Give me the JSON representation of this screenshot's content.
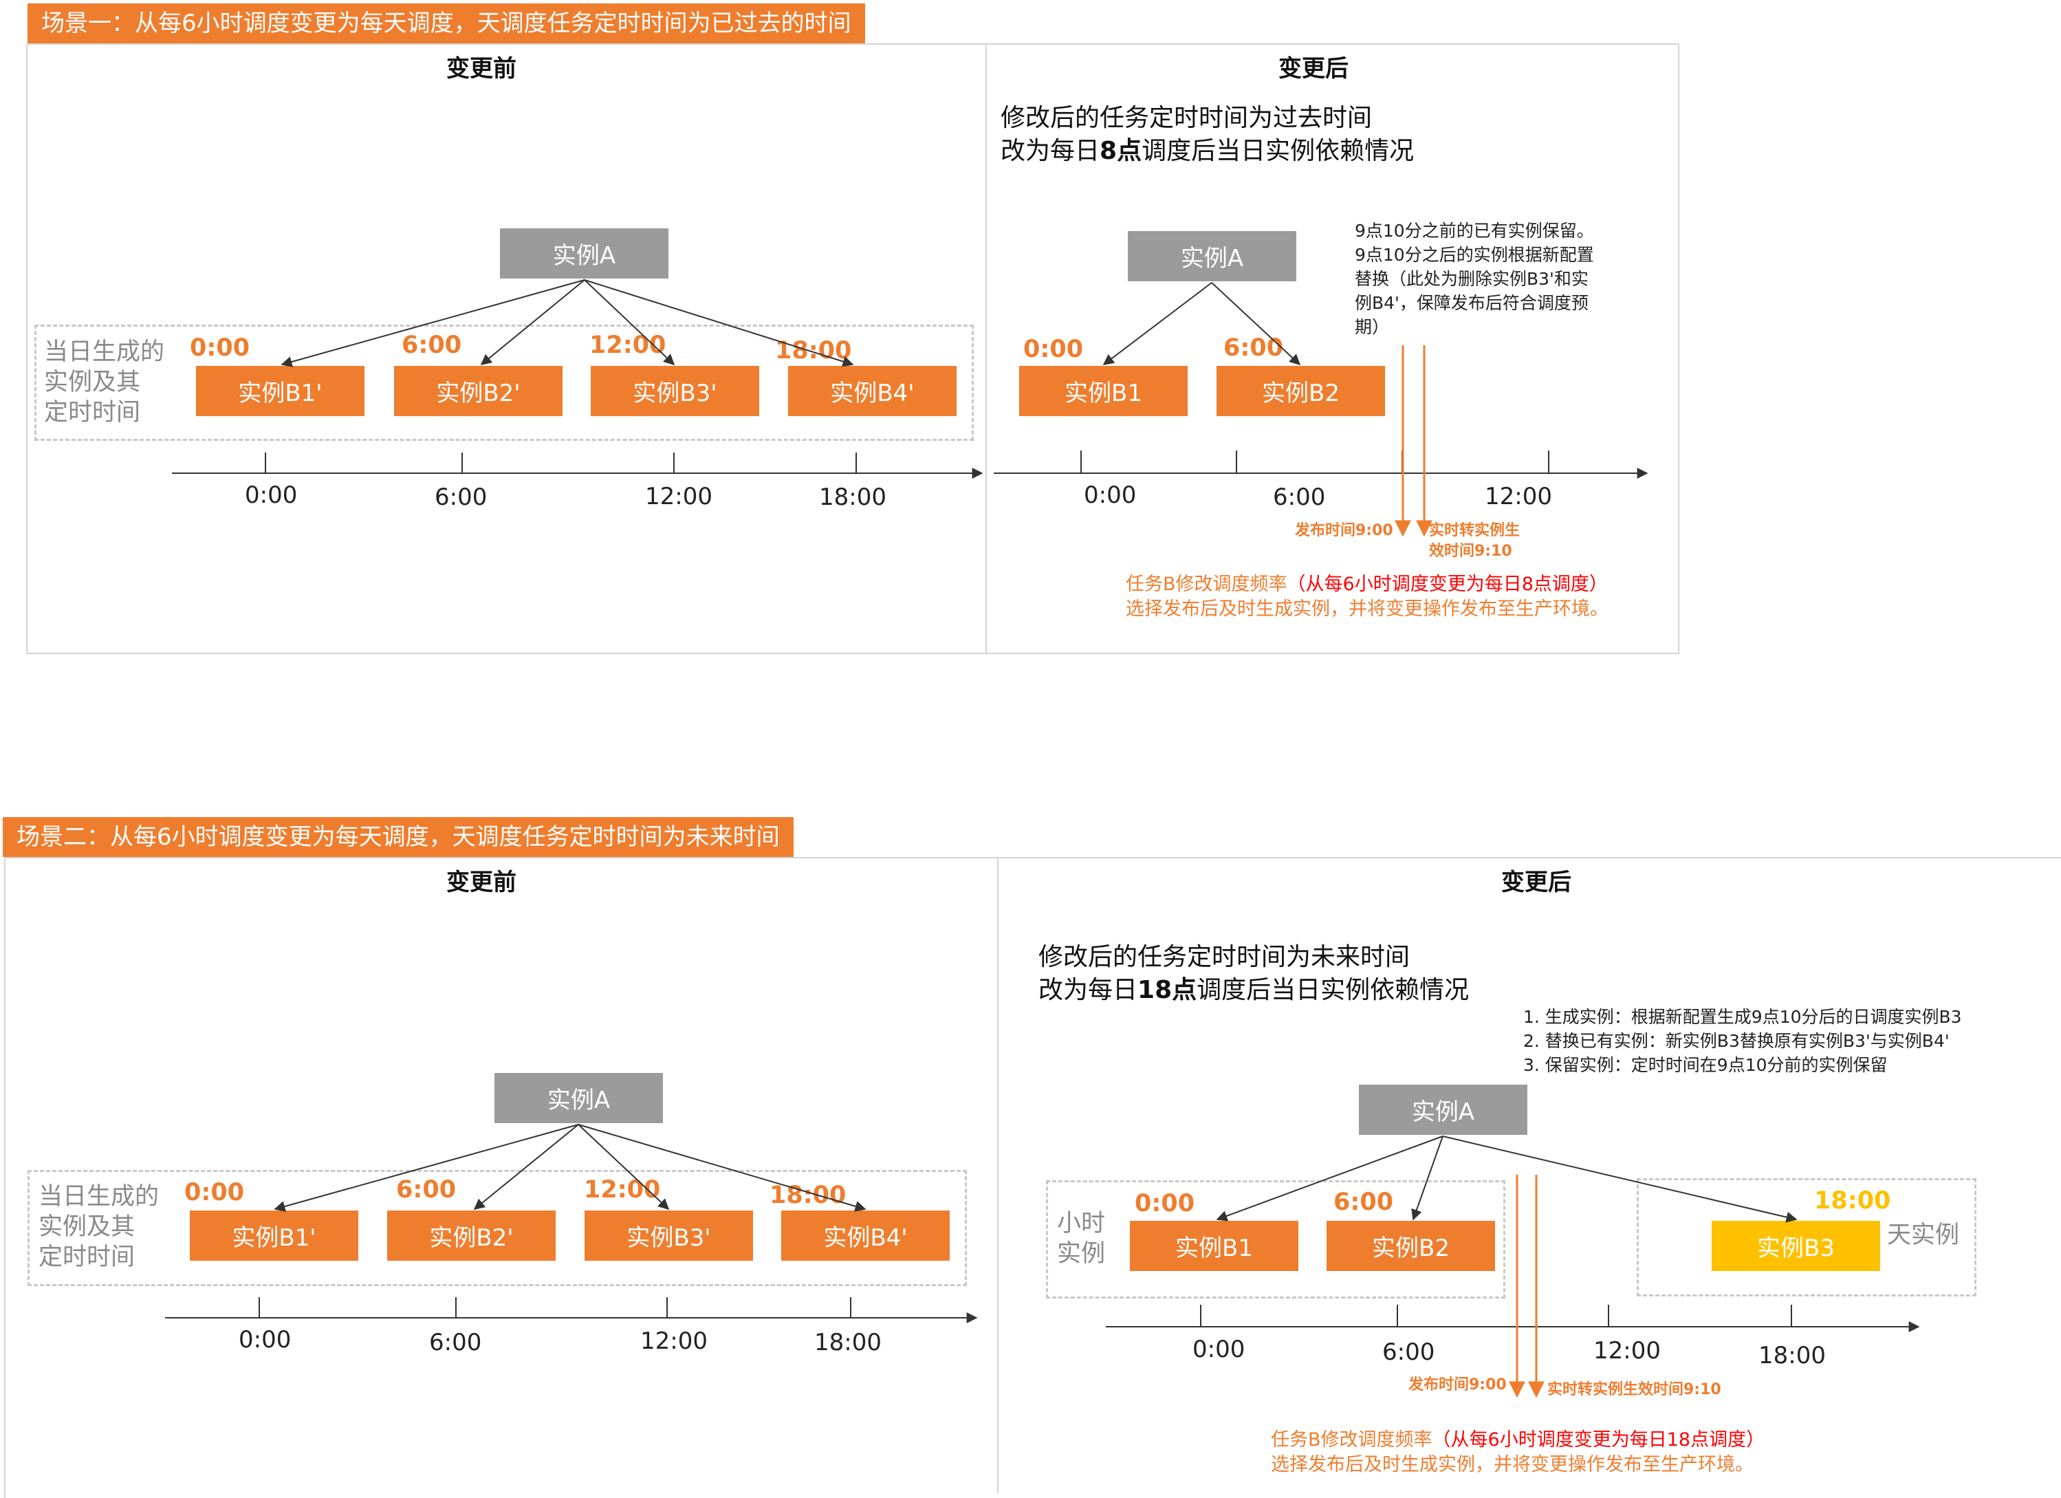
{
  "scene1": {
    "title": "场景一：从每6小时调度变更为每天调度，天调度任务定时时间为已过去的时间",
    "before": {
      "header": "变更前",
      "parent": "实例A",
      "group_label": [
        "当日生成的",
        "实例及其",
        "定时时间"
      ],
      "instances": [
        "实例B1'",
        "实例B2'",
        "实例B3'",
        "实例B4'"
      ],
      "times": [
        "0:00",
        "6:00",
        "12:00",
        "18:00"
      ],
      "ticks": [
        "0:00",
        "6:00",
        "12:00",
        "18:00"
      ]
    },
    "after": {
      "header": "变更后",
      "heading_line1": "修改后的任务定时时间为过去时间",
      "heading_line2_pre": "改为每日",
      "heading_line2_bold": "8点",
      "heading_line2_post": "调度后当日实例依赖情况",
      "note": [
        "9点10分之前的已有实例保留。",
        "9点10分之后的实例根据新配置",
        "替换（此处为删除实例B3'和实",
        "例B4'，保障发布后符合调度预",
        "期）"
      ],
      "parent": "实例A",
      "instances": [
        "实例B1",
        "实例B2"
      ],
      "times": [
        "0:00",
        "6:00"
      ],
      "ticks": [
        "0:00",
        "6:00",
        "12:00"
      ],
      "publish_label": "发布时间9:00",
      "effective_label": [
        "实时转实例生",
        "效时间9:10"
      ],
      "footer_pre": "任务B修改调度频率",
      "footer_red": "（从每6小时调度变更为每日8点调度）",
      "footer_line2": "选择发布后及时生成实例，并将变更操作发布至生产环境。"
    }
  },
  "scene2": {
    "title": "场景二：从每6小时调度变更为每天调度，天调度任务定时时间为未来时间",
    "before": {
      "header": "变更前",
      "parent": "实例A",
      "group_label": [
        "当日生成的",
        "实例及其",
        "定时时间"
      ],
      "instances": [
        "实例B1'",
        "实例B2'",
        "实例B3'",
        "实例B4'"
      ],
      "times": [
        "0:00",
        "6:00",
        "12:00",
        "18:00"
      ],
      "ticks": [
        "0:00",
        "6:00",
        "12:00",
        "18:00"
      ]
    },
    "after": {
      "header": "变更后",
      "heading_line1": "修改后的任务定时时间为未来时间",
      "heading_line2_pre": "改为每日",
      "heading_line2_bold": "18点",
      "heading_line2_post": "调度后当日实例依赖情况",
      "note": [
        "1. 生成实例：根据新配置生成9点10分后的日调度实例B3",
        "2. 替换已有实例：新实例B3替换原有实例B3'与实例B4'",
        "3. 保留实例：定时时间在9点10分前的实例保留"
      ],
      "parent": "实例A",
      "hourly_label": [
        "小时",
        "实例"
      ],
      "daily_label": "天实例",
      "instances": [
        "实例B1",
        "实例B2"
      ],
      "daily_instance": "实例B3",
      "times": [
        "0:00",
        "6:00"
      ],
      "daily_time": "18:00",
      "ticks": [
        "0:00",
        "6:00",
        "12:00",
        "18:00"
      ],
      "publish_label": "发布时间9:00",
      "effective_label": "实时转实例生效时间9:10",
      "footer_pre": "任务B修改调度频率",
      "footer_red": "（从每6小时调度变更为每日18点调度）",
      "footer_line2": "选择发布后及时生成实例，并将变更操作发布至生产环境。"
    }
  },
  "colors": {
    "accent_orange": "#ef7d2e",
    "gray_box": "#9b9b9b",
    "yellow": "#ffc000",
    "red": "#ff0000"
  }
}
